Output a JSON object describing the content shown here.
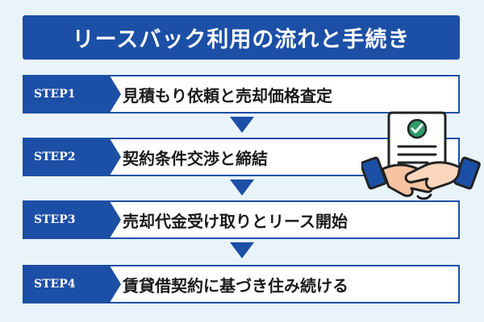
{
  "title": "リースバック利用の流れと手続き",
  "steps": [
    {
      "label": "STEP1",
      "text": "見積もり依頼と売却価格査定"
    },
    {
      "label": "STEP2",
      "text": "契約条件交渉と締結"
    },
    {
      "label": "STEP3",
      "text": "売却代金受け取りとリース開始"
    },
    {
      "label": "STEP4",
      "text": "賃貸借契約に基づき住み続ける"
    }
  ],
  "colors": {
    "background": "#e9f4fa",
    "primary": "#1c4fa6",
    "step_box": "#ffffff",
    "check": "#2e9b6a",
    "hand_skin": "#f6c4a2"
  },
  "illustration": {
    "icons": [
      "contract-document-icon",
      "check-icon",
      "handshake-icon"
    ]
  }
}
